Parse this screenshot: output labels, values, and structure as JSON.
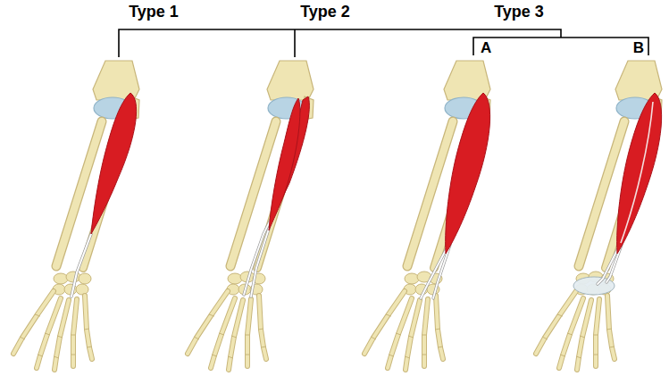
{
  "diagram": {
    "labels": [
      "Type 1",
      "Type 2",
      "Type 3",
      "A",
      "B"
    ]
  }
}
